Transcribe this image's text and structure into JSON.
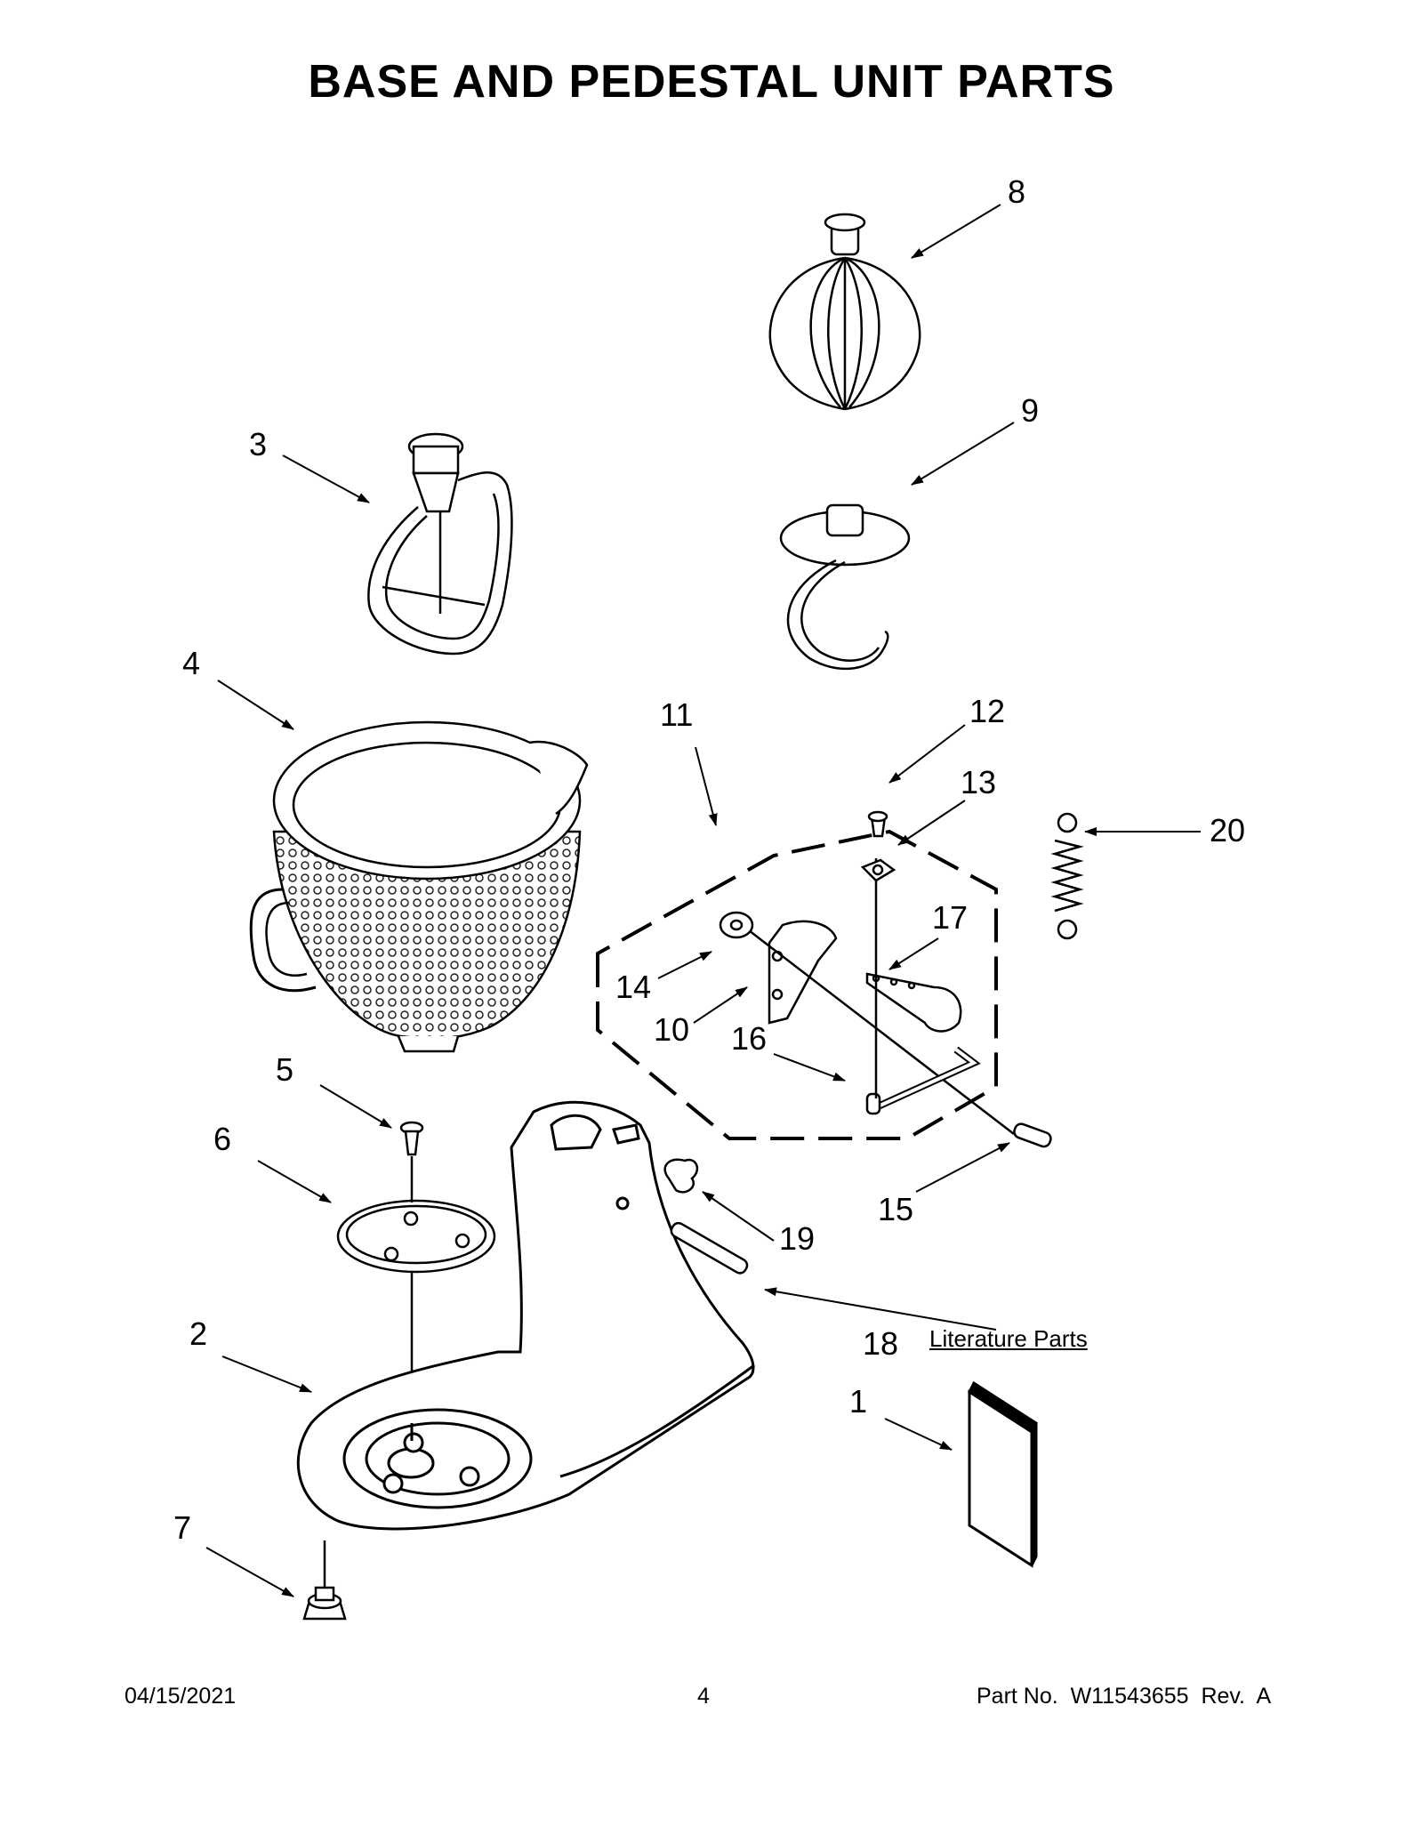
{
  "title": "BASE AND PEDESTAL UNIT PARTS",
  "callouts": [
    "1",
    "2",
    "3",
    "4",
    "5",
    "6",
    "7",
    "8",
    "9",
    "10",
    "11",
    "12",
    "13",
    "14",
    "15",
    "16",
    "17",
    "18",
    "19",
    "20"
  ],
  "literature_label": "Literature Parts",
  "footer": {
    "date": "04/15/2021",
    "page": "4",
    "part_no": "Part No.  W11543655  Rev.  A"
  }
}
